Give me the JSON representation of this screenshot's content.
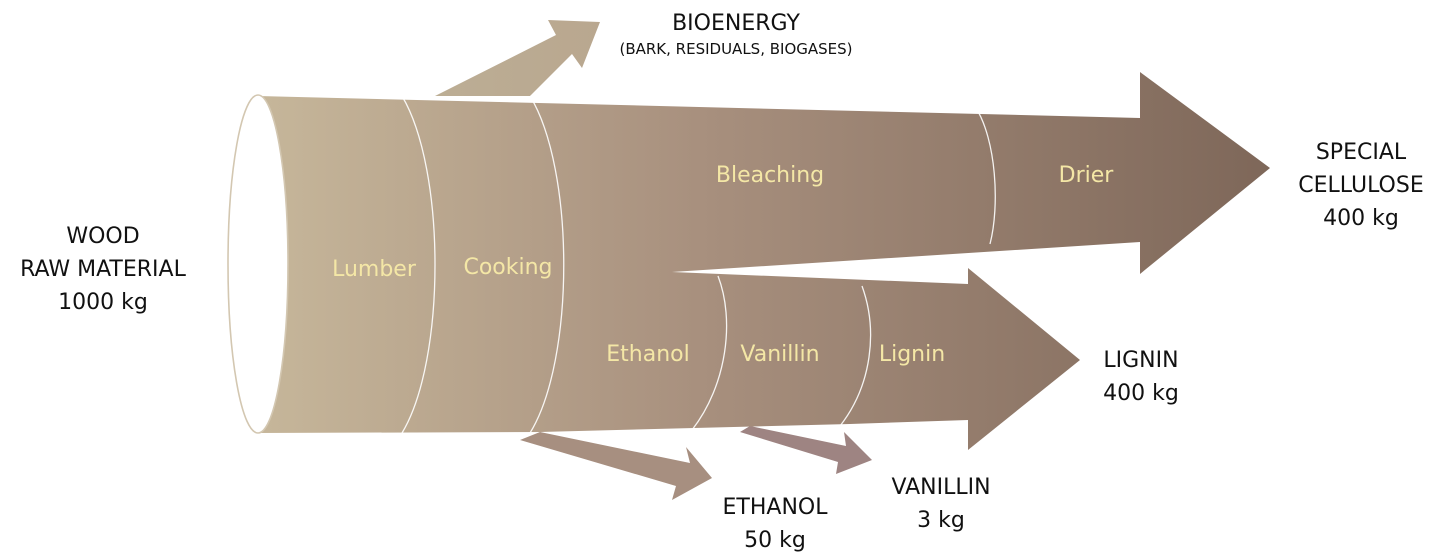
{
  "input": {
    "line1": "WOOD",
    "line2": "RAW MATERIAL",
    "line3": "1000 kg"
  },
  "stages": {
    "lumber": "Lumber",
    "cooking": "Cooking",
    "bleaching": "Bleaching",
    "drier": "Drier",
    "ethanol": "Ethanol",
    "vanillin": "Vanillin",
    "lignin": "Lignin"
  },
  "outputs": {
    "bioenergy": {
      "line1": "BIOENERGY",
      "line2": "(BARK, RESIDUALS, BIOGASES)"
    },
    "special_cellulose": {
      "line1": "SPECIAL",
      "line2": "CELLULOSE",
      "line3": "400 kg"
    },
    "lignin": {
      "line1": "LIGNIN",
      "line2": "400 kg"
    },
    "vanillin": {
      "line1": "VANILLIN",
      "line2": "3 kg"
    },
    "ethanol": {
      "line1": "ETHANOL",
      "line2": "50 kg"
    }
  },
  "colors": {
    "flow_start": "#c8b99c",
    "flow_mid": "#a8907e",
    "flow_end": "#7e6759",
    "bioenergy_arrow": "#b9a78f",
    "ethanol_arrow": "#a78f80",
    "vanillin_arrow": "#9e8482",
    "stage_text": "#f4e7a6"
  }
}
